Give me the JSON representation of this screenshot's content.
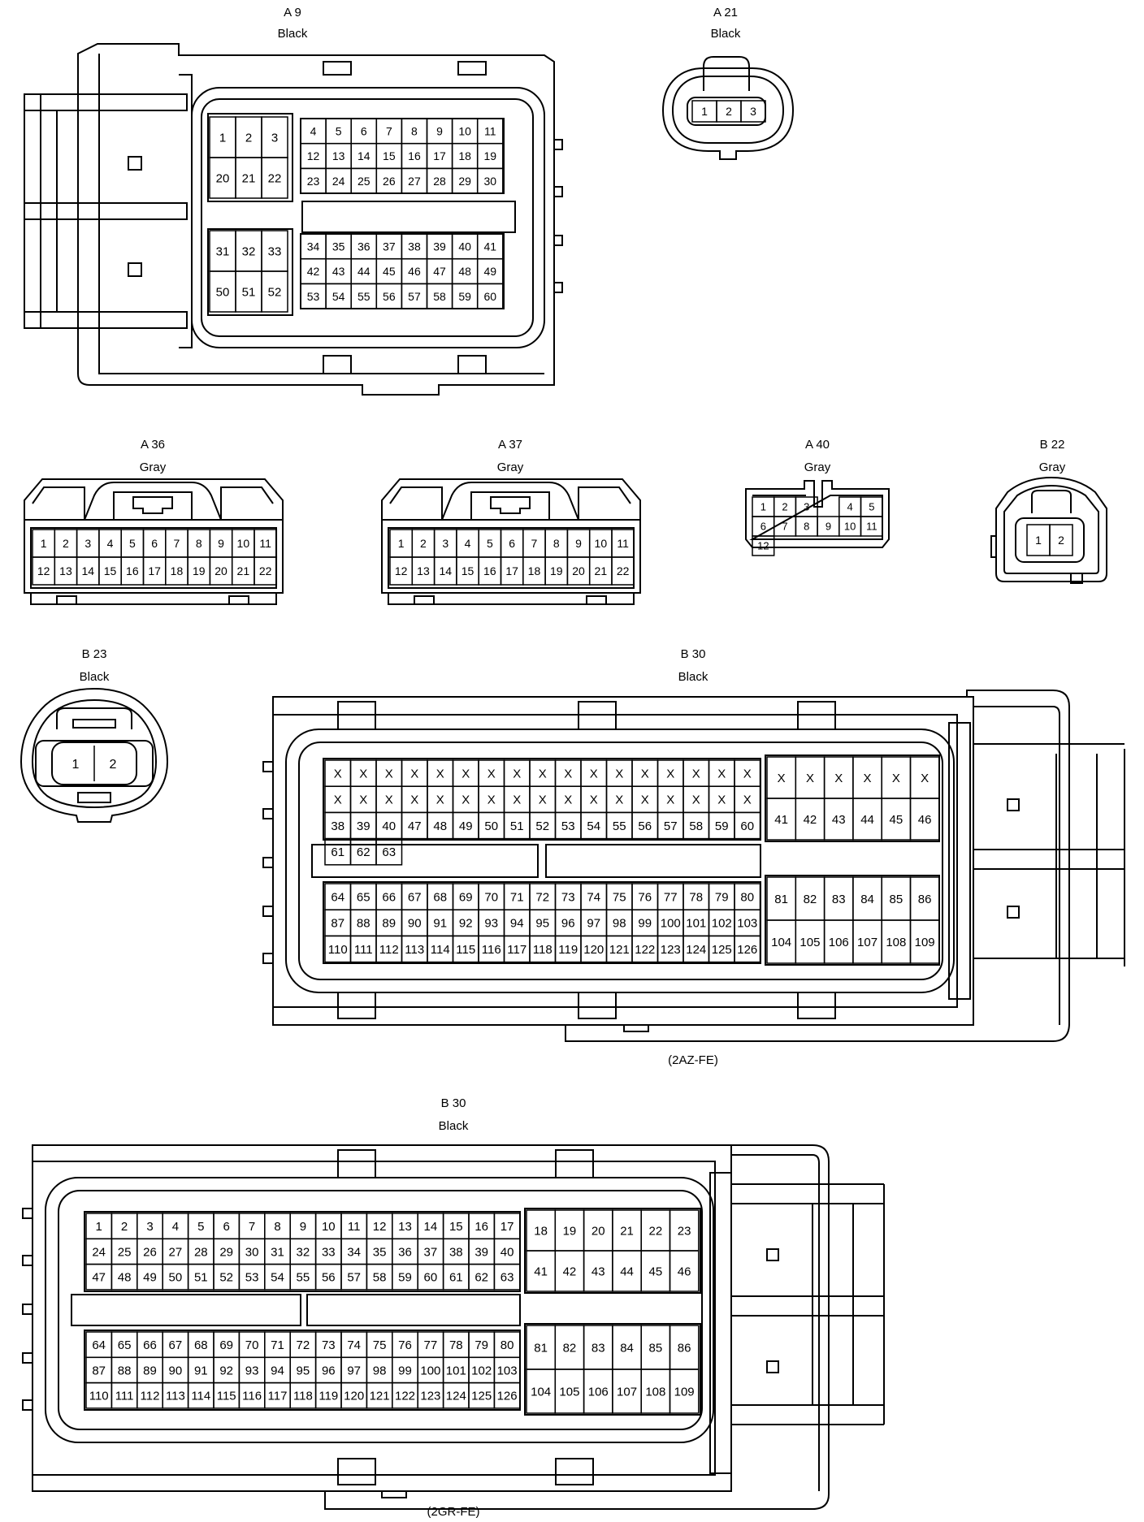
{
  "connectors": [
    {
      "id": "A 9",
      "color": "Black",
      "groups": [
        [
          "1",
          "2",
          "3",
          "20",
          "21",
          "22"
        ],
        [
          "4",
          "5",
          "6",
          "7",
          "8",
          "9",
          "10",
          "11",
          "12",
          "13",
          "14",
          "15",
          "16",
          "17",
          "18",
          "19",
          "23",
          "24",
          "25",
          "26",
          "27",
          "28",
          "29",
          "30"
        ],
        [
          "31",
          "32",
          "33",
          "50",
          "51",
          "52"
        ],
        [
          "34",
          "35",
          "36",
          "37",
          "38",
          "39",
          "40",
          "41",
          "42",
          "43",
          "44",
          "45",
          "46",
          "47",
          "48",
          "49",
          "53",
          "54",
          "55",
          "56",
          "57",
          "58",
          "59",
          "60"
        ]
      ]
    },
    {
      "id": "A 21",
      "color": "Black",
      "groups": [
        [
          "1",
          "2",
          "3"
        ]
      ]
    },
    {
      "id": "A 36",
      "color": "Gray",
      "groups": [
        [
          "1",
          "2",
          "3",
          "4",
          "5",
          "6",
          "7",
          "8",
          "9",
          "10",
          "11",
          "12",
          "13",
          "14",
          "15",
          "16",
          "17",
          "18",
          "19",
          "20",
          "21",
          "22"
        ]
      ]
    },
    {
      "id": "A 37",
      "color": "Gray",
      "groups": [
        [
          "1",
          "2",
          "3",
          "4",
          "5",
          "6",
          "7",
          "8",
          "9",
          "10",
          "11",
          "12",
          "13",
          "14",
          "15",
          "16",
          "17",
          "18",
          "19",
          "20",
          "21",
          "22"
        ]
      ]
    },
    {
      "id": "A 40",
      "color": "Gray",
      "groups": [
        [
          "1",
          "2",
          "3",
          "4",
          "5",
          "6",
          "7",
          "8",
          "9",
          "10",
          "11",
          "12"
        ]
      ]
    },
    {
      "id": "B 22",
      "color": "Gray",
      "groups": [
        [
          "1",
          "2"
        ]
      ]
    },
    {
      "id": "B 23",
      "color": "Black",
      "groups": [
        [
          "1",
          "2"
        ]
      ]
    },
    {
      "id": "B 30",
      "color": "Black",
      "note": "(2AZ-FE)",
      "groups": [
        [
          "X",
          "X",
          "X",
          "X",
          "X",
          "X",
          "X",
          "X",
          "X",
          "X",
          "X",
          "X",
          "X",
          "X",
          "X",
          "X",
          "X",
          "X",
          "X",
          "X",
          "X",
          "X",
          "X",
          "X",
          "X",
          "X",
          "X",
          "X",
          "X",
          "X",
          "X",
          "X",
          "X",
          "X",
          "38",
          "39",
          "40",
          "47",
          "48",
          "49",
          "50",
          "51",
          "52",
          "53",
          "54",
          "55",
          "56",
          "57",
          "58",
          "59",
          "60",
          "61",
          "62",
          "63"
        ],
        [
          "X",
          "X",
          "X",
          "X",
          "X",
          "X",
          "41",
          "42",
          "43",
          "44",
          "45",
          "46"
        ],
        [
          "64",
          "65",
          "66",
          "67",
          "68",
          "69",
          "70",
          "71",
          "72",
          "73",
          "74",
          "75",
          "76",
          "77",
          "78",
          "79",
          "80",
          "87",
          "88",
          "89",
          "90",
          "91",
          "92",
          "93",
          "94",
          "95",
          "96",
          "97",
          "98",
          "99",
          "100",
          "101",
          "102",
          "103",
          "110",
          "111",
          "112",
          "113",
          "114",
          "115",
          "116",
          "117",
          "118",
          "119",
          "120",
          "121",
          "122",
          "123",
          "124",
          "125",
          "126"
        ],
        [
          "81",
          "82",
          "83",
          "84",
          "85",
          "86",
          "104",
          "105",
          "106",
          "107",
          "108",
          "109"
        ]
      ]
    },
    {
      "id": "B 30",
      "color": "Black",
      "note": "(2GR-FE)",
      "groups": [
        [
          "1",
          "2",
          "3",
          "4",
          "5",
          "6",
          "7",
          "8",
          "9",
          "10",
          "11",
          "12",
          "13",
          "14",
          "15",
          "16",
          "17",
          "24",
          "25",
          "26",
          "27",
          "28",
          "29",
          "30",
          "31",
          "32",
          "33",
          "34",
          "35",
          "36",
          "37",
          "38",
          "39",
          "40",
          "47",
          "48",
          "49",
          "50",
          "51",
          "52",
          "53",
          "54",
          "55",
          "56",
          "57",
          "58",
          "59",
          "60",
          "61",
          "62",
          "63"
        ],
        [
          "18",
          "19",
          "20",
          "21",
          "22",
          "23",
          "41",
          "42",
          "43",
          "44",
          "45",
          "46"
        ],
        [
          "64",
          "65",
          "66",
          "67",
          "68",
          "69",
          "70",
          "71",
          "72",
          "73",
          "74",
          "75",
          "76",
          "77",
          "78",
          "79",
          "80",
          "87",
          "88",
          "89",
          "90",
          "91",
          "92",
          "93",
          "94",
          "95",
          "96",
          "97",
          "98",
          "99",
          "100",
          "101",
          "102",
          "103",
          "110",
          "111",
          "112",
          "113",
          "114",
          "115",
          "116",
          "117",
          "118",
          "119",
          "120",
          "121",
          "122",
          "123",
          "124",
          "125",
          "126"
        ],
        [
          "81",
          "82",
          "83",
          "84",
          "85",
          "86",
          "104",
          "105",
          "106",
          "107",
          "108",
          "109"
        ]
      ]
    }
  ]
}
